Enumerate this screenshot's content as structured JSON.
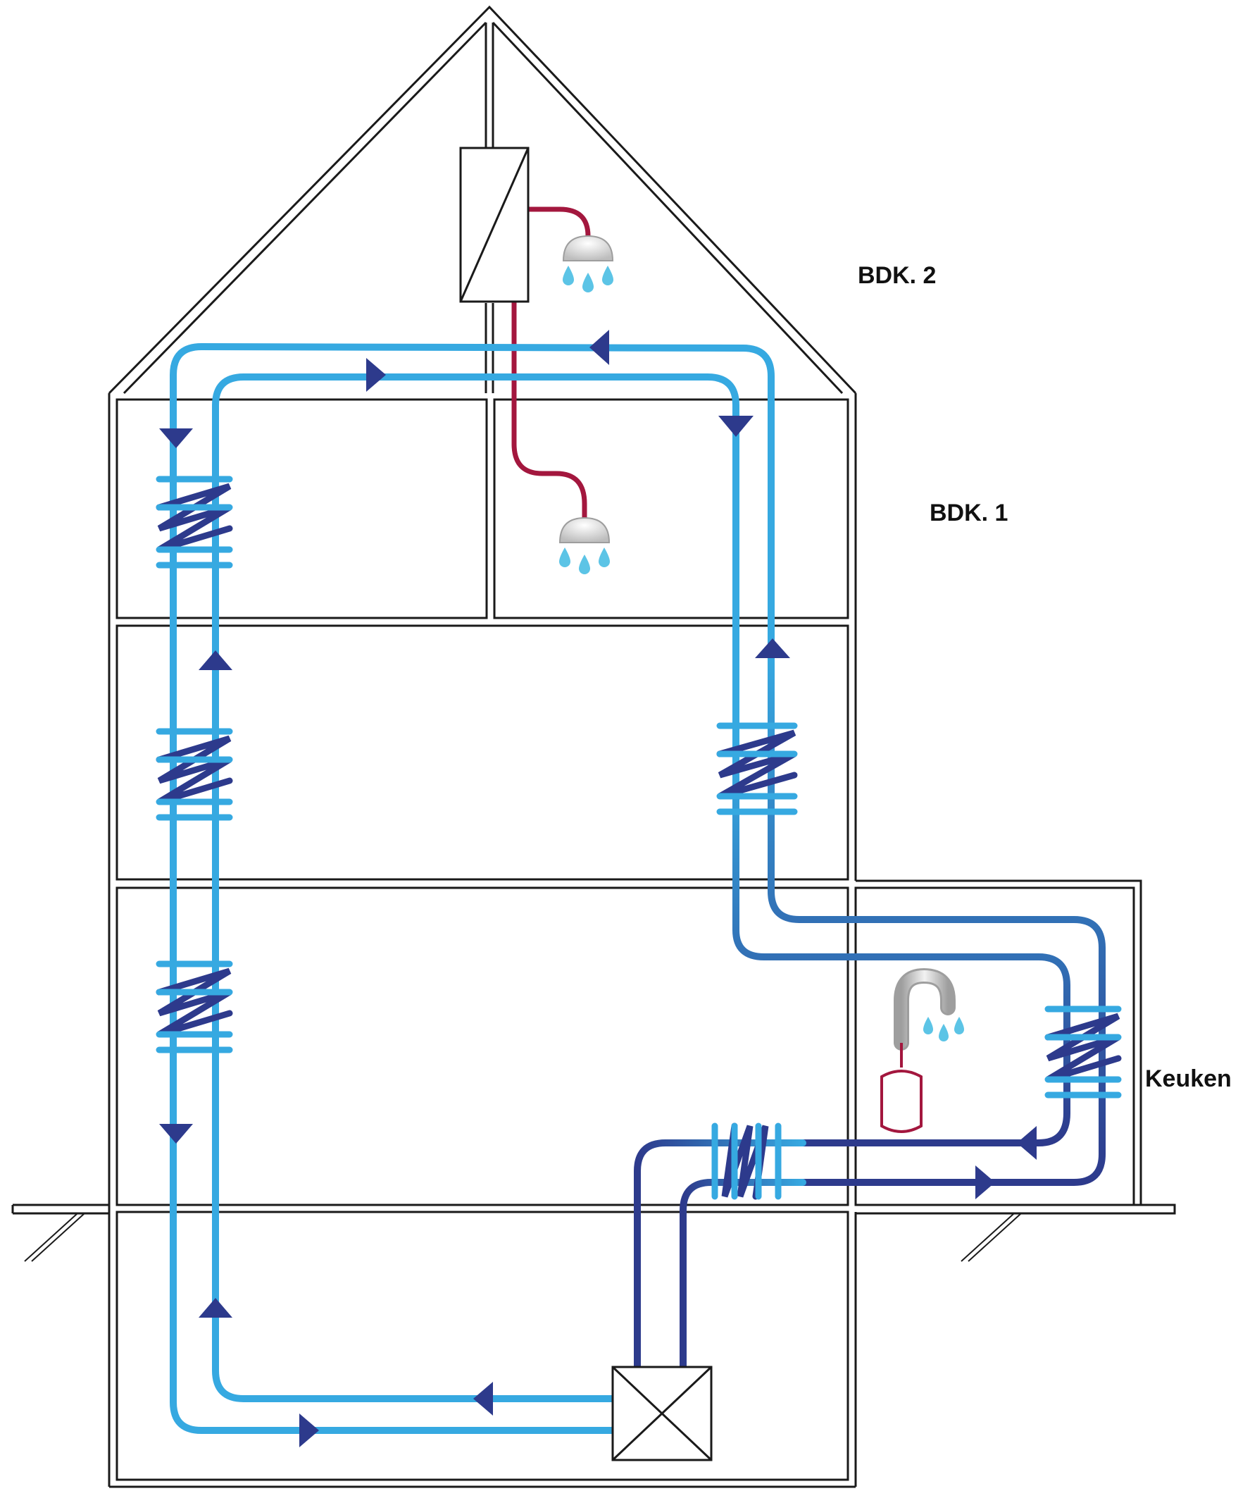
{
  "labels": {
    "attic_floor": "BDK. 2",
    "first_floor": "BDK. 1",
    "kitchen": "Keuken"
  },
  "colors": {
    "outline": "#1a1a1a",
    "pipe_light": "#36a9e1",
    "pipe_dark": "#2d3a8c",
    "hot_water": "#a3173e",
    "drop": "#5cc4e6",
    "fixture": "#d9d9d9",
    "background": "#ffffff"
  },
  "icons": [
    "heat-exchanger-icon",
    "shower-head-icon",
    "water-drop-icon",
    "faucet-icon",
    "boiler-icon",
    "ventilation-unit-icon",
    "flow-arrow-icon",
    "heating-coil-icon"
  ]
}
